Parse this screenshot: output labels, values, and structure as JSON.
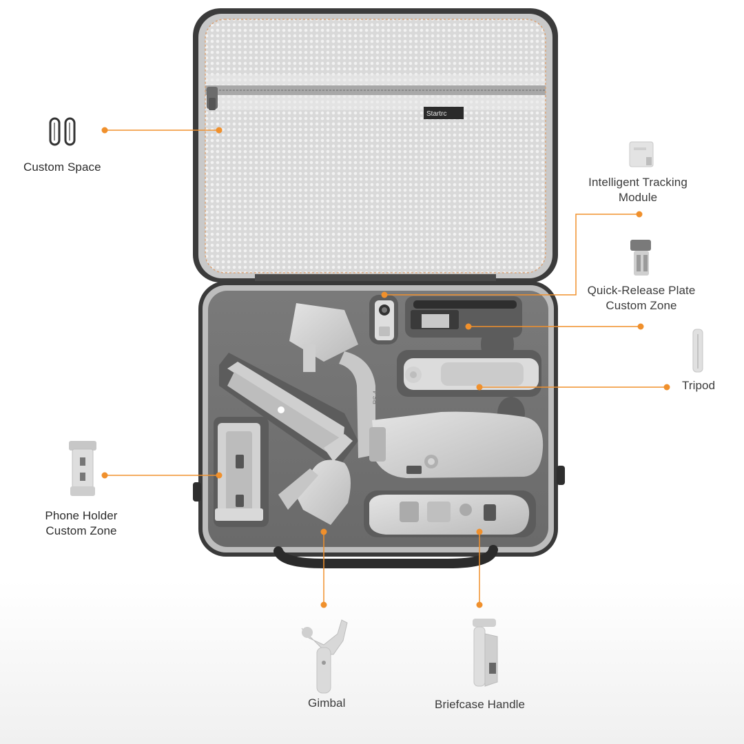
{
  "case": {
    "brand_tag": "Startrc",
    "accent_color": "#f0902c"
  },
  "callouts": {
    "custom_space": {
      "label": "Custom Space",
      "icon": "cable-clips-icon"
    },
    "tracking_module": {
      "line1": "Intelligent Tracking",
      "line2": "Module",
      "icon": "tracking-module-icon"
    },
    "quick_release": {
      "line1": "Quick-Release Plate",
      "line2": "Custom Zone",
      "icon": "quick-release-plate-icon"
    },
    "tripod": {
      "label": "Tripod",
      "icon": "tripod-icon"
    },
    "phone_holder": {
      "line1": "Phone Holder",
      "line2": "Custom Zone",
      "icon": "phone-holder-icon"
    },
    "gimbal": {
      "label": "Gimbal",
      "icon": "gimbal-icon"
    },
    "briefcase_handle": {
      "label": "Briefcase Handle",
      "icon": "briefcase-handle-icon"
    }
  }
}
